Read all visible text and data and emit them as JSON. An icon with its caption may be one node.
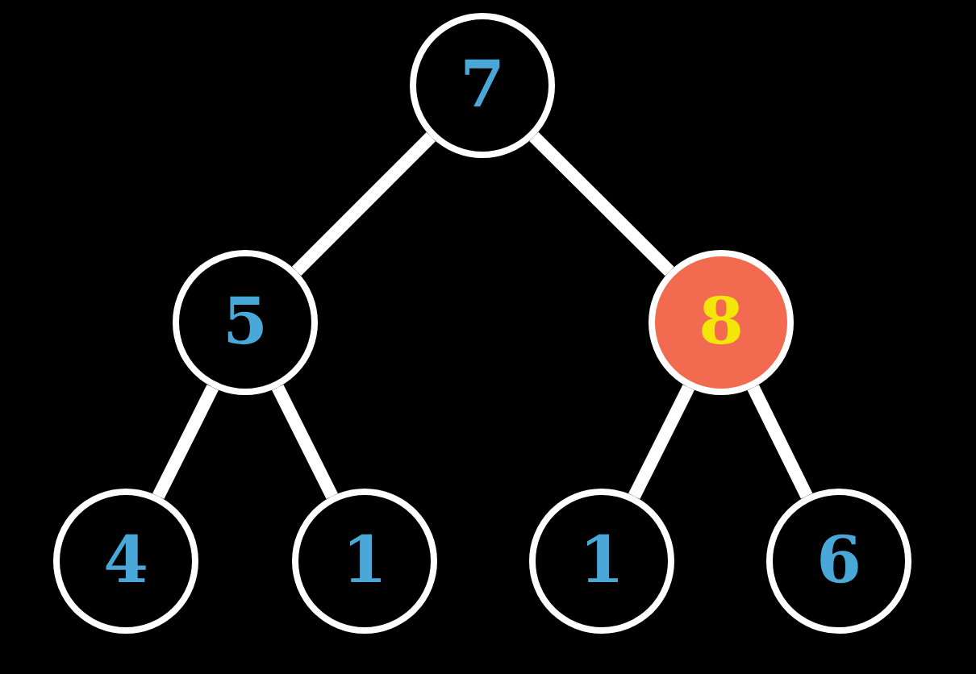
{
  "diagram": {
    "nodes": [
      {
        "text": [
          "7"
        ]
      },
      {
        "text": [
          "5"
        ]
      },
      {
        "text": [
          "8"
        ]
      },
      {
        "text": [
          "4"
        ]
      },
      {
        "text": [
          "1"
        ]
      },
      {
        "text": [
          "1"
        ]
      },
      {
        "text": [
          "6"
        ]
      }
    ],
    "edges": [
      {
        "from": 0,
        "to": 1,
        "arrow": "none"
      },
      {
        "from": 0,
        "to": 2,
        "arrow": "none"
      },
      {
        "from": 1,
        "to": 3,
        "arrow": "none"
      },
      {
        "from": 1,
        "to": 4,
        "arrow": "none"
      },
      {
        "from": 2,
        "to": 5,
        "arrow": "none"
      },
      {
        "from": 2,
        "to": 6,
        "arrow": "none"
      }
    ]
  }
}
